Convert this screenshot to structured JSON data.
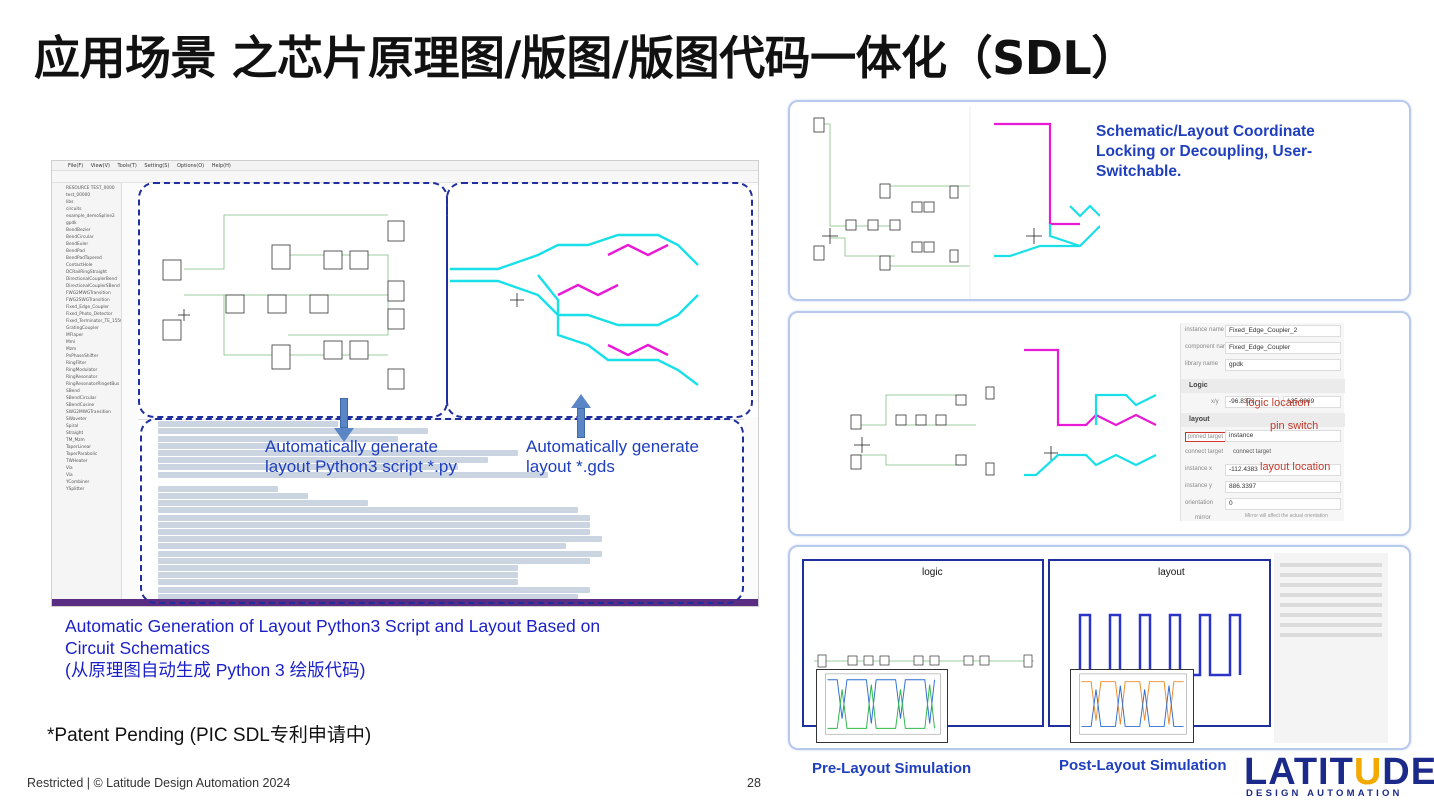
{
  "title": "应用场景 之芯片原理图/版图/版图代码一体化（SDL）",
  "ide": {
    "menu": [
      "File(F)",
      "View(V)",
      "Tools(T)",
      "Setting(S)",
      "Options(O)",
      "Help(H)"
    ],
    "tree": [
      "RESOURCE TEST_0000",
      "test_00000",
      "libs",
      "circuits",
      "example_demoSpline2",
      "gpdk",
      "BendBezier",
      "BendCircular",
      "BendEuler",
      "BendPad",
      "BendPadTapered",
      "ContactHole",
      "DCRailRingStraight",
      "DirectionalCouplerBend",
      "DirectionalCouplerSBend",
      "FWG2MWGTransition",
      "FWG2SWGTransition",
      "Fixed_Edge_Coupler",
      "Fixed_Photo_Detector",
      "Fixed_Terminator_TE_1550",
      "GratingCoupler",
      "MFlaper",
      "Mmi",
      "Mzm",
      "PnPhaseShifter",
      "RingFilter",
      "RingModulator",
      "RingResonator",
      "RingResonatorRingetBus",
      "SBend",
      "SBendCircular",
      "SBendCosine",
      "SWG2MWGTransition",
      "SWaveter",
      "Spiral",
      "Straight",
      "TM_Mzm",
      "TaperLinear",
      "TaperParabolic",
      "TWHeater",
      "Via",
      "Via",
      "YCombiner",
      "YSplitter"
    ]
  },
  "annotations": {
    "script_line1": "Automatically generate",
    "script_line2": "layout Python3 script *.py",
    "gds_line1": "Automatically generate",
    "gds_line2": "layout  *.gds"
  },
  "caption": {
    "line1": "Automatic Generation of Layout Python3 Script and Layout Based on",
    "line2": "Circuit Schematics",
    "line3": "(从原理图自动生成 Python 3 绘版代码)"
  },
  "patent": "*Patent Pending (PIC SDL专利申请中)",
  "footer": "Restricted | © Latitude Design Automation 2024",
  "page_number": "28",
  "panel1": {
    "line1": "Schematic/Layout Coordinate",
    "line2": "Locking or Decoupling, User-",
    "line3": "Switchable."
  },
  "panel2": {
    "instance_name_label": "instance name",
    "instance_name": "Fixed_Edge_Coupler_2",
    "component_name_label": "component name",
    "component_name": "Fixed_Edge_Coupler",
    "library_name_label": "library name",
    "library_name": "gpdk",
    "logic_section": "Logic",
    "xy_label": "x/y",
    "x_value": "-96.8372",
    "y_value": "125.0069",
    "layout_section": "layout",
    "pin_target_label": "pinned target",
    "pin_target_value": "instance",
    "connect_target_label": "connect target",
    "connect_target_value": "connect target",
    "instance_x_label": "instance x",
    "instance_x": "-112.4383",
    "instance_y_label": "instance y",
    "instance_y": "886.3397",
    "orientation_label": "orientation",
    "orientation": "0",
    "mirror_label": "mirror",
    "mirror_note": "Mirror will affect the actual orientation",
    "note_logic_location": "logic location",
    "note_pin_switch": "pin switch",
    "note_layout_location": "layout location"
  },
  "panel3": {
    "logic_label": "logic",
    "layout_label": "layout"
  },
  "sim_labels": {
    "pre": "Pre-Layout Simulation",
    "post": "Post-Layout Simulation"
  },
  "logo": {
    "main_before": "LATIT",
    "main_u": "U",
    "main_after": "DE",
    "sub": "DESIGN AUTOMATION"
  },
  "colors": {
    "caption_blue": "#1a1fc8",
    "dash_navy": "#1f2f9e",
    "waveguide_cyan": "#19e0e8",
    "waveguide_magenta": "#e81ad6",
    "logo_navy": "#1b2a8a",
    "logo_gold": "#f2a900"
  }
}
